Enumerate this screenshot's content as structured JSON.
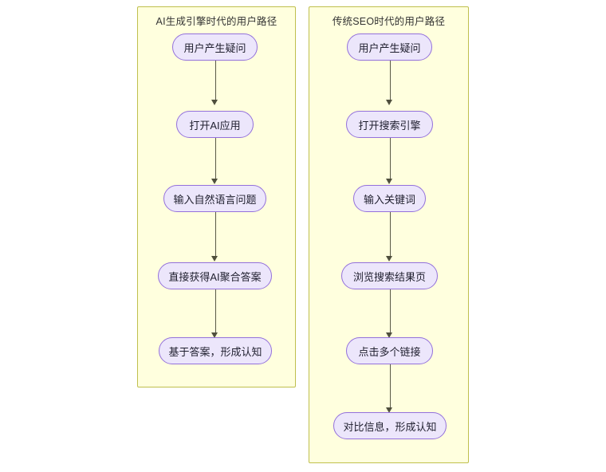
{
  "diagram": {
    "type": "flowchart",
    "direction": "top-to-bottom",
    "background_color": "#ffffff",
    "subgraph_fill": "#ffffde",
    "subgraph_stroke": "#bfbf4d",
    "node_fill": "#ece6fb",
    "node_stroke": "#9370db",
    "edge_color": "#5a5a46",
    "columns": [
      {
        "id": "ai-era",
        "title": "AI生成引擎时代的用户路径",
        "nodes": [
          {
            "id": "ai-n1",
            "label": "用户产生疑问"
          },
          {
            "id": "ai-n2",
            "label": "打开AI应用"
          },
          {
            "id": "ai-n3",
            "label": "输入自然语言问题"
          },
          {
            "id": "ai-n4",
            "label": "直接获得AI聚合答案"
          },
          {
            "id": "ai-n5",
            "label": "基于答案，形成认知"
          }
        ],
        "edges": [
          {
            "from": "ai-n1",
            "to": "ai-n2"
          },
          {
            "from": "ai-n2",
            "to": "ai-n3"
          },
          {
            "from": "ai-n3",
            "to": "ai-n4"
          },
          {
            "from": "ai-n4",
            "to": "ai-n5"
          }
        ]
      },
      {
        "id": "seo-era",
        "title": "传统SEO时代的用户路径",
        "nodes": [
          {
            "id": "seo-n1",
            "label": "用户产生疑问"
          },
          {
            "id": "seo-n2",
            "label": "打开搜索引擎"
          },
          {
            "id": "seo-n3",
            "label": "输入关键词"
          },
          {
            "id": "seo-n4",
            "label": "浏览搜索结果页"
          },
          {
            "id": "seo-n5",
            "label": "点击多个链接"
          },
          {
            "id": "seo-n6",
            "label": "对比信息，形成认知"
          }
        ],
        "edges": [
          {
            "from": "seo-n1",
            "to": "seo-n2"
          },
          {
            "from": "seo-n2",
            "to": "seo-n3"
          },
          {
            "from": "seo-n3",
            "to": "seo-n4"
          },
          {
            "from": "seo-n4",
            "to": "seo-n5"
          },
          {
            "from": "seo-n5",
            "to": "seo-n6"
          }
        ]
      }
    ]
  }
}
